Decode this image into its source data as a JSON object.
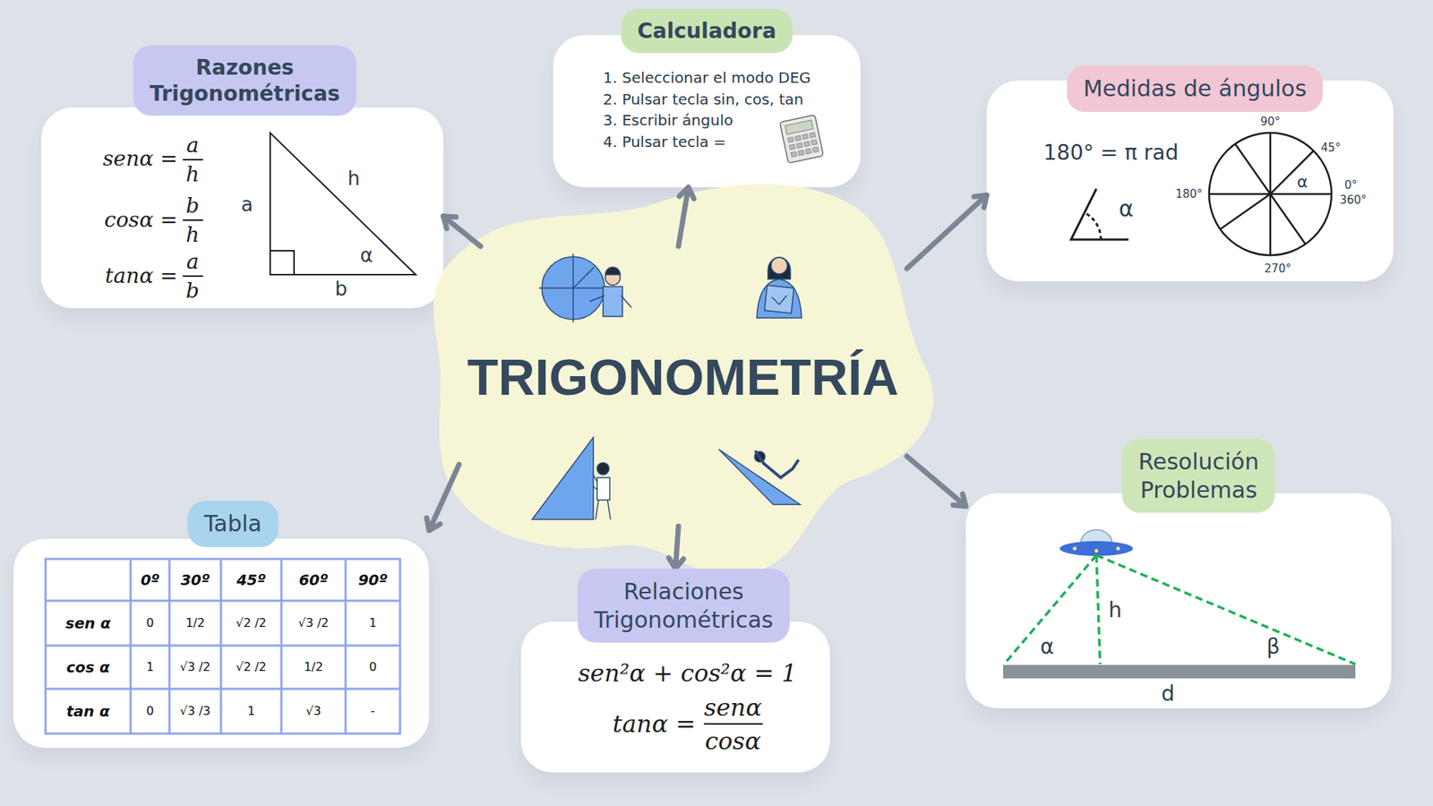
{
  "diagram": {
    "nodes": [
      {
        "text": [
          "Razones Trigonométricas",
          "senα =",
          "a",
          "h",
          "cosα =",
          "b",
          "h",
          "tanα =",
          "a",
          "b"
        ]
      },
      {
        "text": [
          "Calculadora",
          "1. Seleccionar el modo DEG",
          "2. Pulsar tecla sin, cos, tan",
          "3. Escribir ángulo",
          "4. Pulsar tecla ="
        ]
      },
      {
        "text": [
          "Medidas de ángulos",
          "180° = π rad"
        ]
      },
      {
        "text": [
          "TRIGONOMETRÍA"
        ]
      },
      {
        "text": [
          "Tabla"
        ]
      },
      {
        "text": [
          "Relaciones Trigonométricas",
          "sen²α + cos²α = 1",
          "tanα =",
          "senα",
          "cosα"
        ]
      },
      {
        "text": [
          "Resolución Problemas"
        ]
      }
    ],
    "edges": [
      {
        "from": 3,
        "to": 0,
        "arrow": "to"
      },
      {
        "from": 3,
        "to": 1,
        "arrow": "to"
      },
      {
        "from": 3,
        "to": 2,
        "arrow": "to"
      },
      {
        "from": 3,
        "to": 6,
        "arrow": "to"
      },
      {
        "from": 3,
        "to": 5,
        "arrow": "to"
      },
      {
        "from": 3,
        "to": 4,
        "arrow": "to"
      }
    ],
    "labels": [
      "a",
      "h",
      "α",
      "b",
      "α",
      "90°",
      "45°",
      "180°",
      "α",
      "0°",
      "360°",
      "270°",
      "0º",
      "30º",
      "45º",
      "60º",
      "90º",
      "sen α",
      "0",
      "1/2",
      "√2 /2",
      "√3 /2",
      "1",
      "cos α",
      "1",
      "√3 /2",
      "√2 /2",
      "1/2",
      "0",
      "tan α",
      "0",
      "√3 /3",
      "1",
      "√3",
      "-",
      "h",
      "α",
      "β",
      "d"
    ]
  }
}
